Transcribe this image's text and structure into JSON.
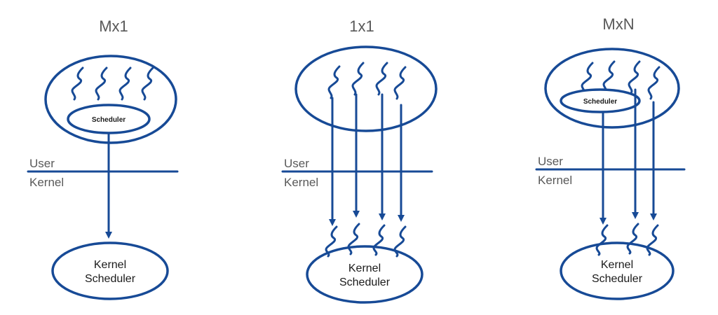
{
  "colors": {
    "primary": "#174a96",
    "label_gray": "#595959",
    "text_dark": "#1a1a1a"
  },
  "models": [
    {
      "title": "Mx1",
      "user_label": "User",
      "kernel_label": "Kernel",
      "user_scheduler_label": "Scheduler",
      "kernel_scheduler_line1": "Kernel",
      "kernel_scheduler_line2": "Scheduler"
    },
    {
      "title": "1x1",
      "user_label": "User",
      "kernel_label": "Kernel",
      "kernel_scheduler_line1": "Kernel",
      "kernel_scheduler_line2": "Scheduler"
    },
    {
      "title": "MxN",
      "user_label": "User",
      "kernel_label": "Kernel",
      "user_scheduler_label": "Scheduler",
      "kernel_scheduler_line1": "Kernel",
      "kernel_scheduler_line2": "Scheduler"
    }
  ]
}
